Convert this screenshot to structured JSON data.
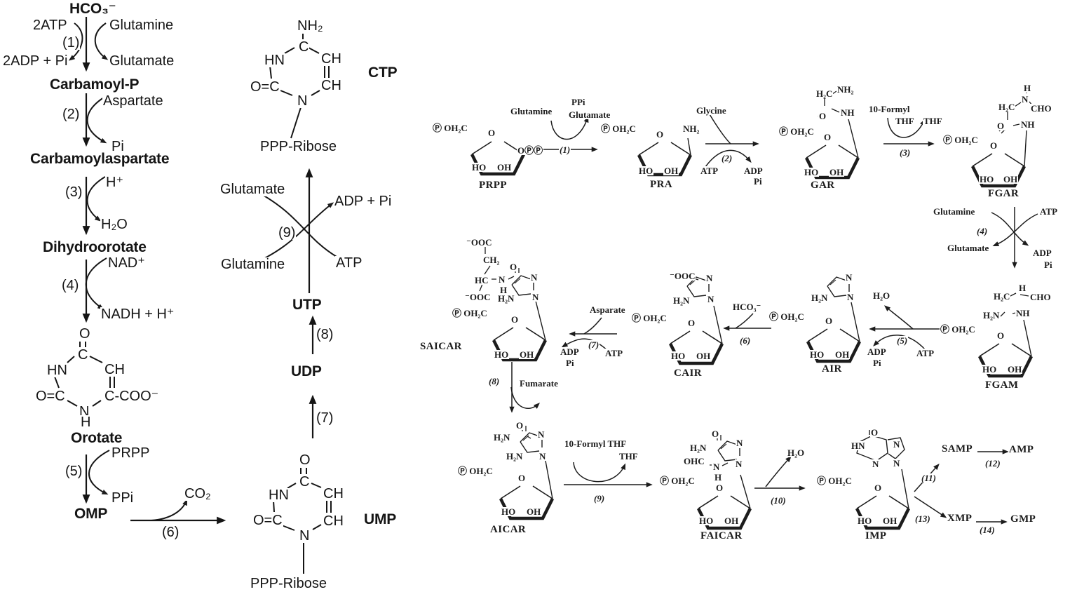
{
  "py": {
    "m": {
      "hco3": "HCO₃⁻",
      "cp": "Carbamoyl-P",
      "ca": "Carbamoylaspartate",
      "dho": "Dihydroorotate",
      "oro": "Orotate",
      "omp": "OMP",
      "ump": "UMP",
      "udp": "UDP",
      "utp": "UTP",
      "ctp": "CTP"
    },
    "c": {
      "atp2": "2ATP",
      "gln": "Glutamine",
      "adp2pi": "2ADP + Pi",
      "glu": "Glutamate",
      "asp": "Aspartate",
      "pi": "Pi",
      "hplus": "H⁺",
      "h2o": "H₂O",
      "nad": "NAD⁺",
      "nadh": "NADH + H⁺",
      "prpp": "PRPP",
      "ppi": "PPi",
      "co2": "CO₂",
      "adppi": "ADP + Pi",
      "atp": "ATP"
    },
    "s": {
      "s1": "(1)",
      "s2": "(2)",
      "s3": "(3)",
      "s4": "(4)",
      "s5": "(5)",
      "s6": "(6)",
      "s7": "(7)",
      "s8": "(8)",
      "s9": "(9)"
    },
    "g": {
      "o": "O",
      "c": "C",
      "hn": "HN",
      "ch": "CH",
      "oc": "O=C",
      "ccoo": "C-COO⁻",
      "n": "N",
      "h": "H",
      "nh2": "NH₂",
      "ppp": "PPP-Ribose"
    }
  },
  "pu": {
    "m": {
      "prpp": "PRPP",
      "pra": "PRA",
      "gar": "GAR",
      "fgar": "FGAR",
      "fgam": "FGAM",
      "air": "AIR",
      "cair": "CAIR",
      "saicar": "SAICAR",
      "aicar": "AICAR",
      "faicar": "FAICAR",
      "imp": "IMP",
      "samp": "SAMP",
      "amp": "AMP",
      "xmp": "XMP",
      "gmp": "GMP"
    },
    "c": {
      "gln": "Glutamine",
      "glu": "Glutamate",
      "ppi": "PPi",
      "gly": "Glycine",
      "atp": "ATP",
      "adp": "ADP",
      "pi": "Pi",
      "formyl": "10-Formyl",
      "thf": "THF",
      "formylthf": "10-Formyl THF",
      "h2o": "H₂O",
      "hco3": "HCO₃⁻",
      "asparate": "Asparate",
      "fumarate": "Fumarate"
    },
    "s": {
      "s1": "(1)",
      "s2": "(2)",
      "s3": "(3)",
      "s4": "(4)",
      "s5": "(5)",
      "s6": "(6)",
      "s7": "(7)",
      "s8": "(8)",
      "s9": "(9)",
      "s10": "(10)",
      "s11": "(11)",
      "s12": "(12)",
      "s13": "(13)",
      "s14": "(14)"
    },
    "g": {
      "p_oh2c": "Ⓟ OH₂C",
      "opp": "OⓅⓅ",
      "o": "O",
      "ho": "HO",
      "oh": "OH",
      "nh2": "NH₂",
      "h2c": "H₂C",
      "nh": "NH",
      "n": "N",
      "h": "H",
      "cho": "CHO",
      "ohc": "OHC",
      "h2n": "H₂N",
      "ooc": "⁻OOC",
      "ch2": "CH₂",
      "hc": "HC",
      "hn": "HN"
    }
  }
}
